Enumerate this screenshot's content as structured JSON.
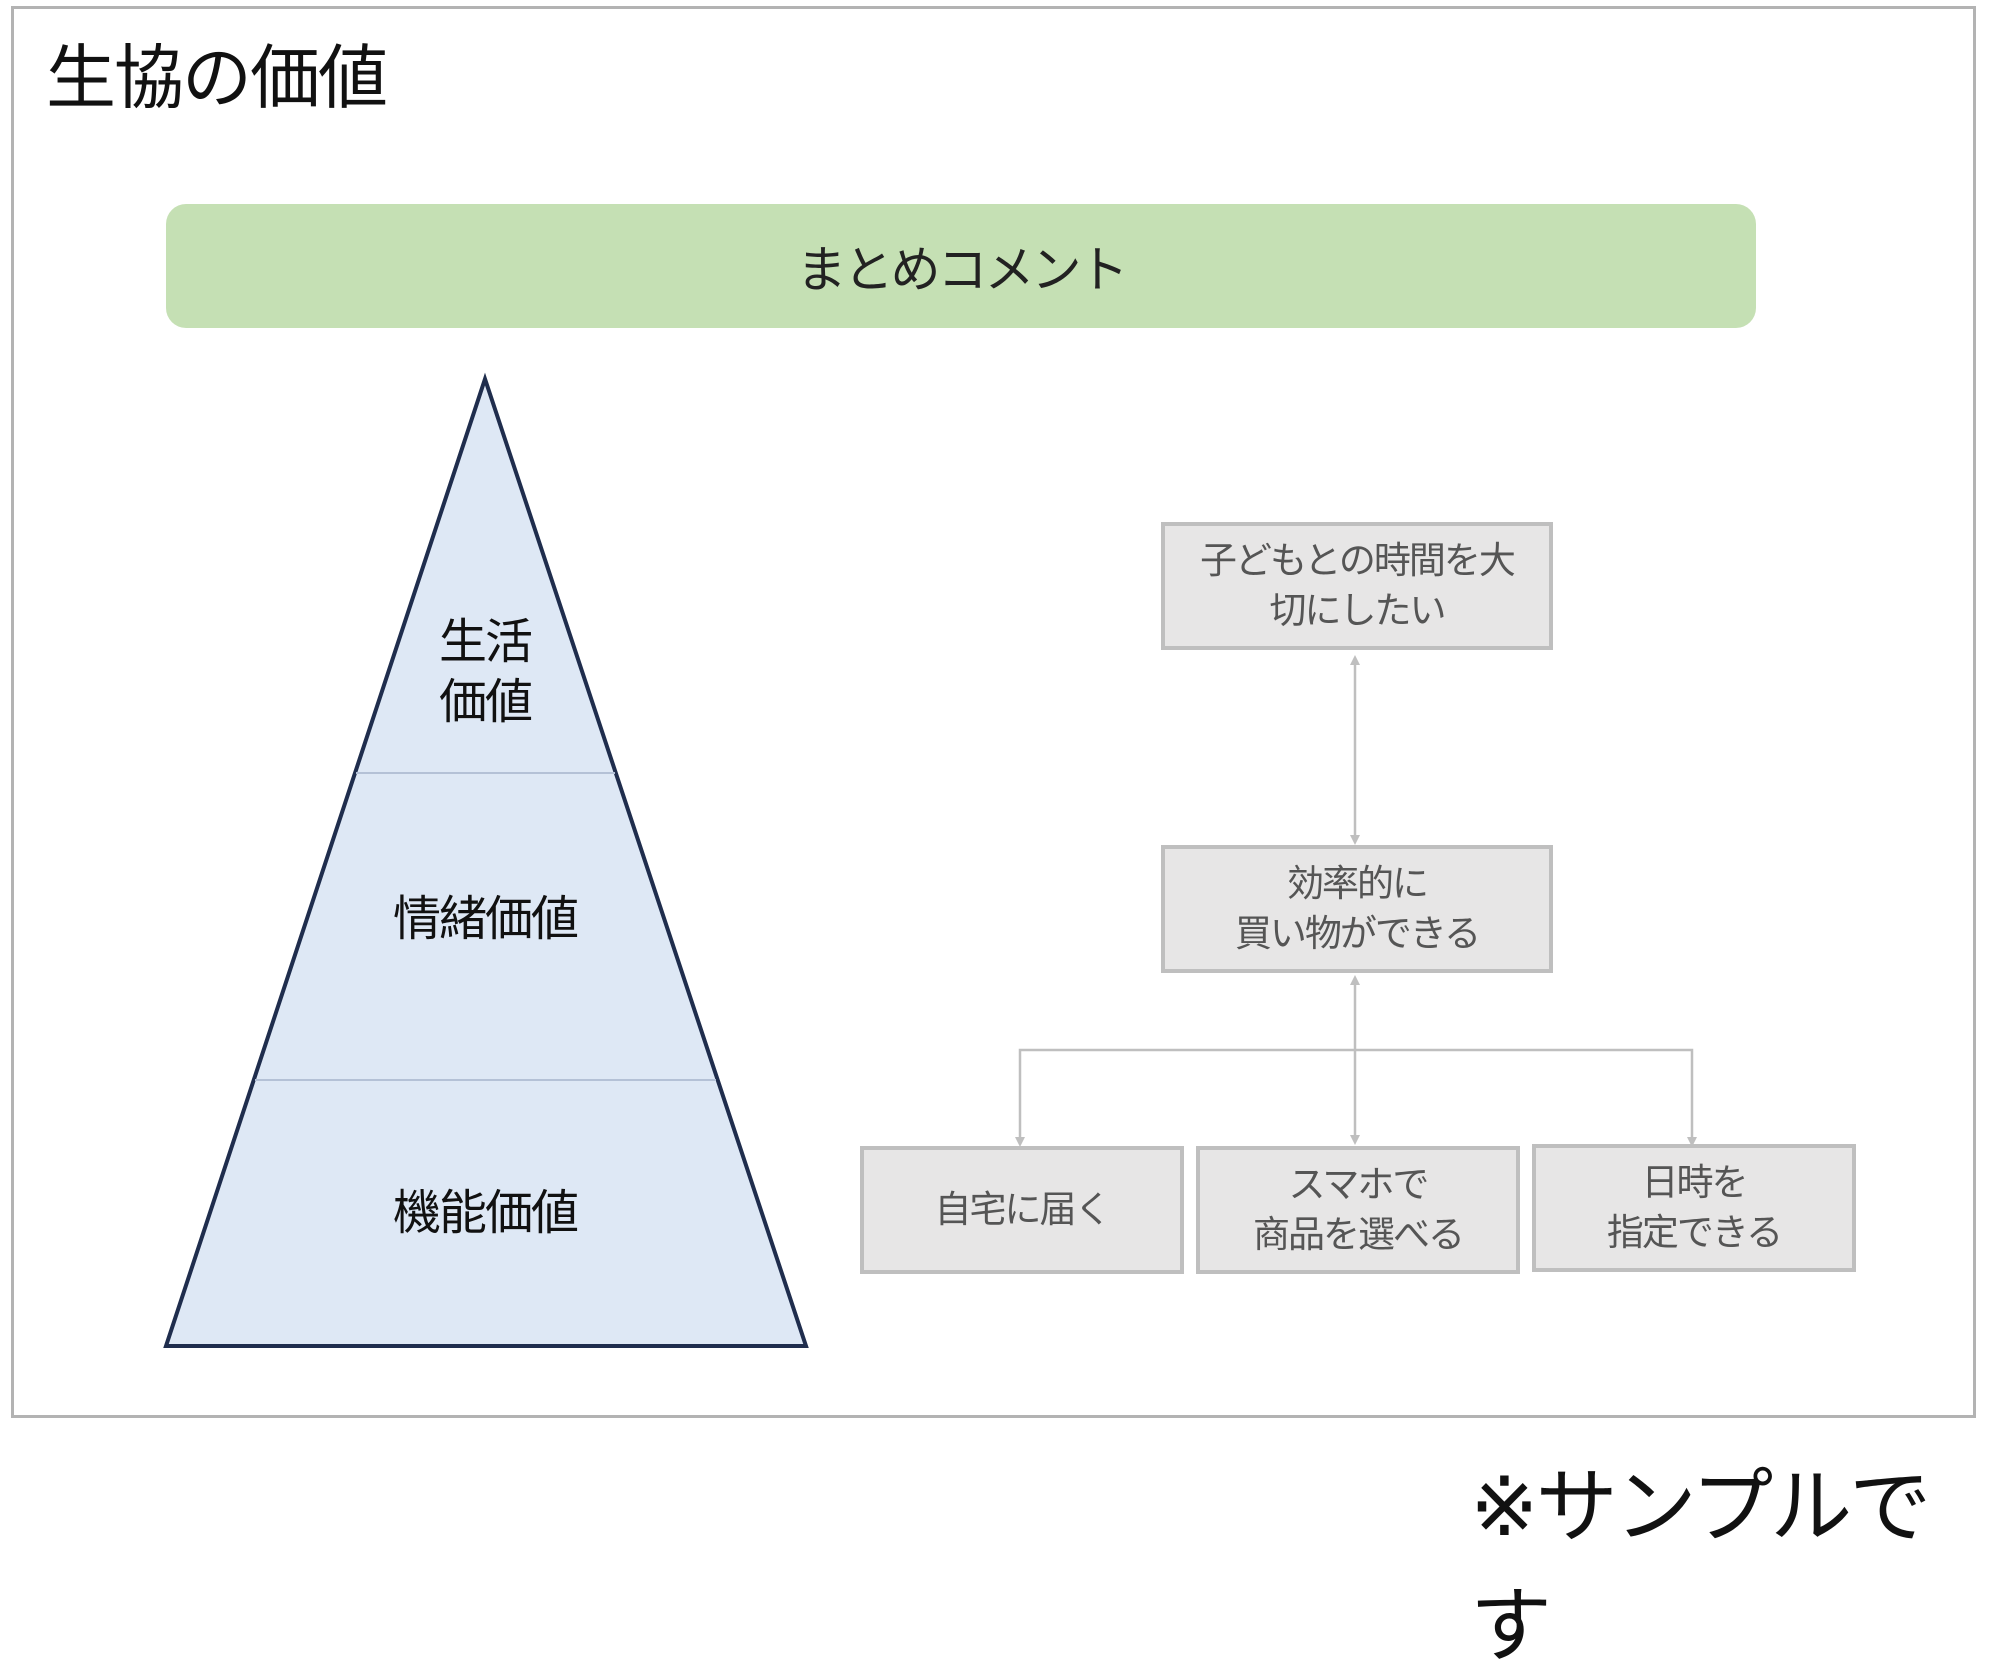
{
  "title": "生協の価値",
  "summary_banner": "まとめコメント",
  "pyramid": {
    "levels": [
      {
        "label": "生活\n価値",
        "line1": "生活",
        "line2": "価値"
      },
      {
        "label": "情緒価値"
      },
      {
        "label": "機能価値"
      }
    ]
  },
  "flow": {
    "top": {
      "line1": "子どもとの時間を大",
      "line2": "切にしたい"
    },
    "middle": {
      "line1": "効率的に",
      "line2": "買い物ができる"
    },
    "bottom": [
      {
        "line1": "自宅に届く",
        "line2": ""
      },
      {
        "line1": "スマホで",
        "line2": "商品を選べる"
      },
      {
        "line1": "日時を",
        "line2": "指定できる"
      }
    ]
  },
  "footer": "※サンプルです",
  "colors": {
    "banner": "#c5e0b4",
    "pyramid_fill": "#dee8f5",
    "pyramid_stroke": "#1f2d4d",
    "box_fill": "#e7e6e6",
    "box_border": "#bfbfbf",
    "arrow": "#bfbfbf"
  }
}
